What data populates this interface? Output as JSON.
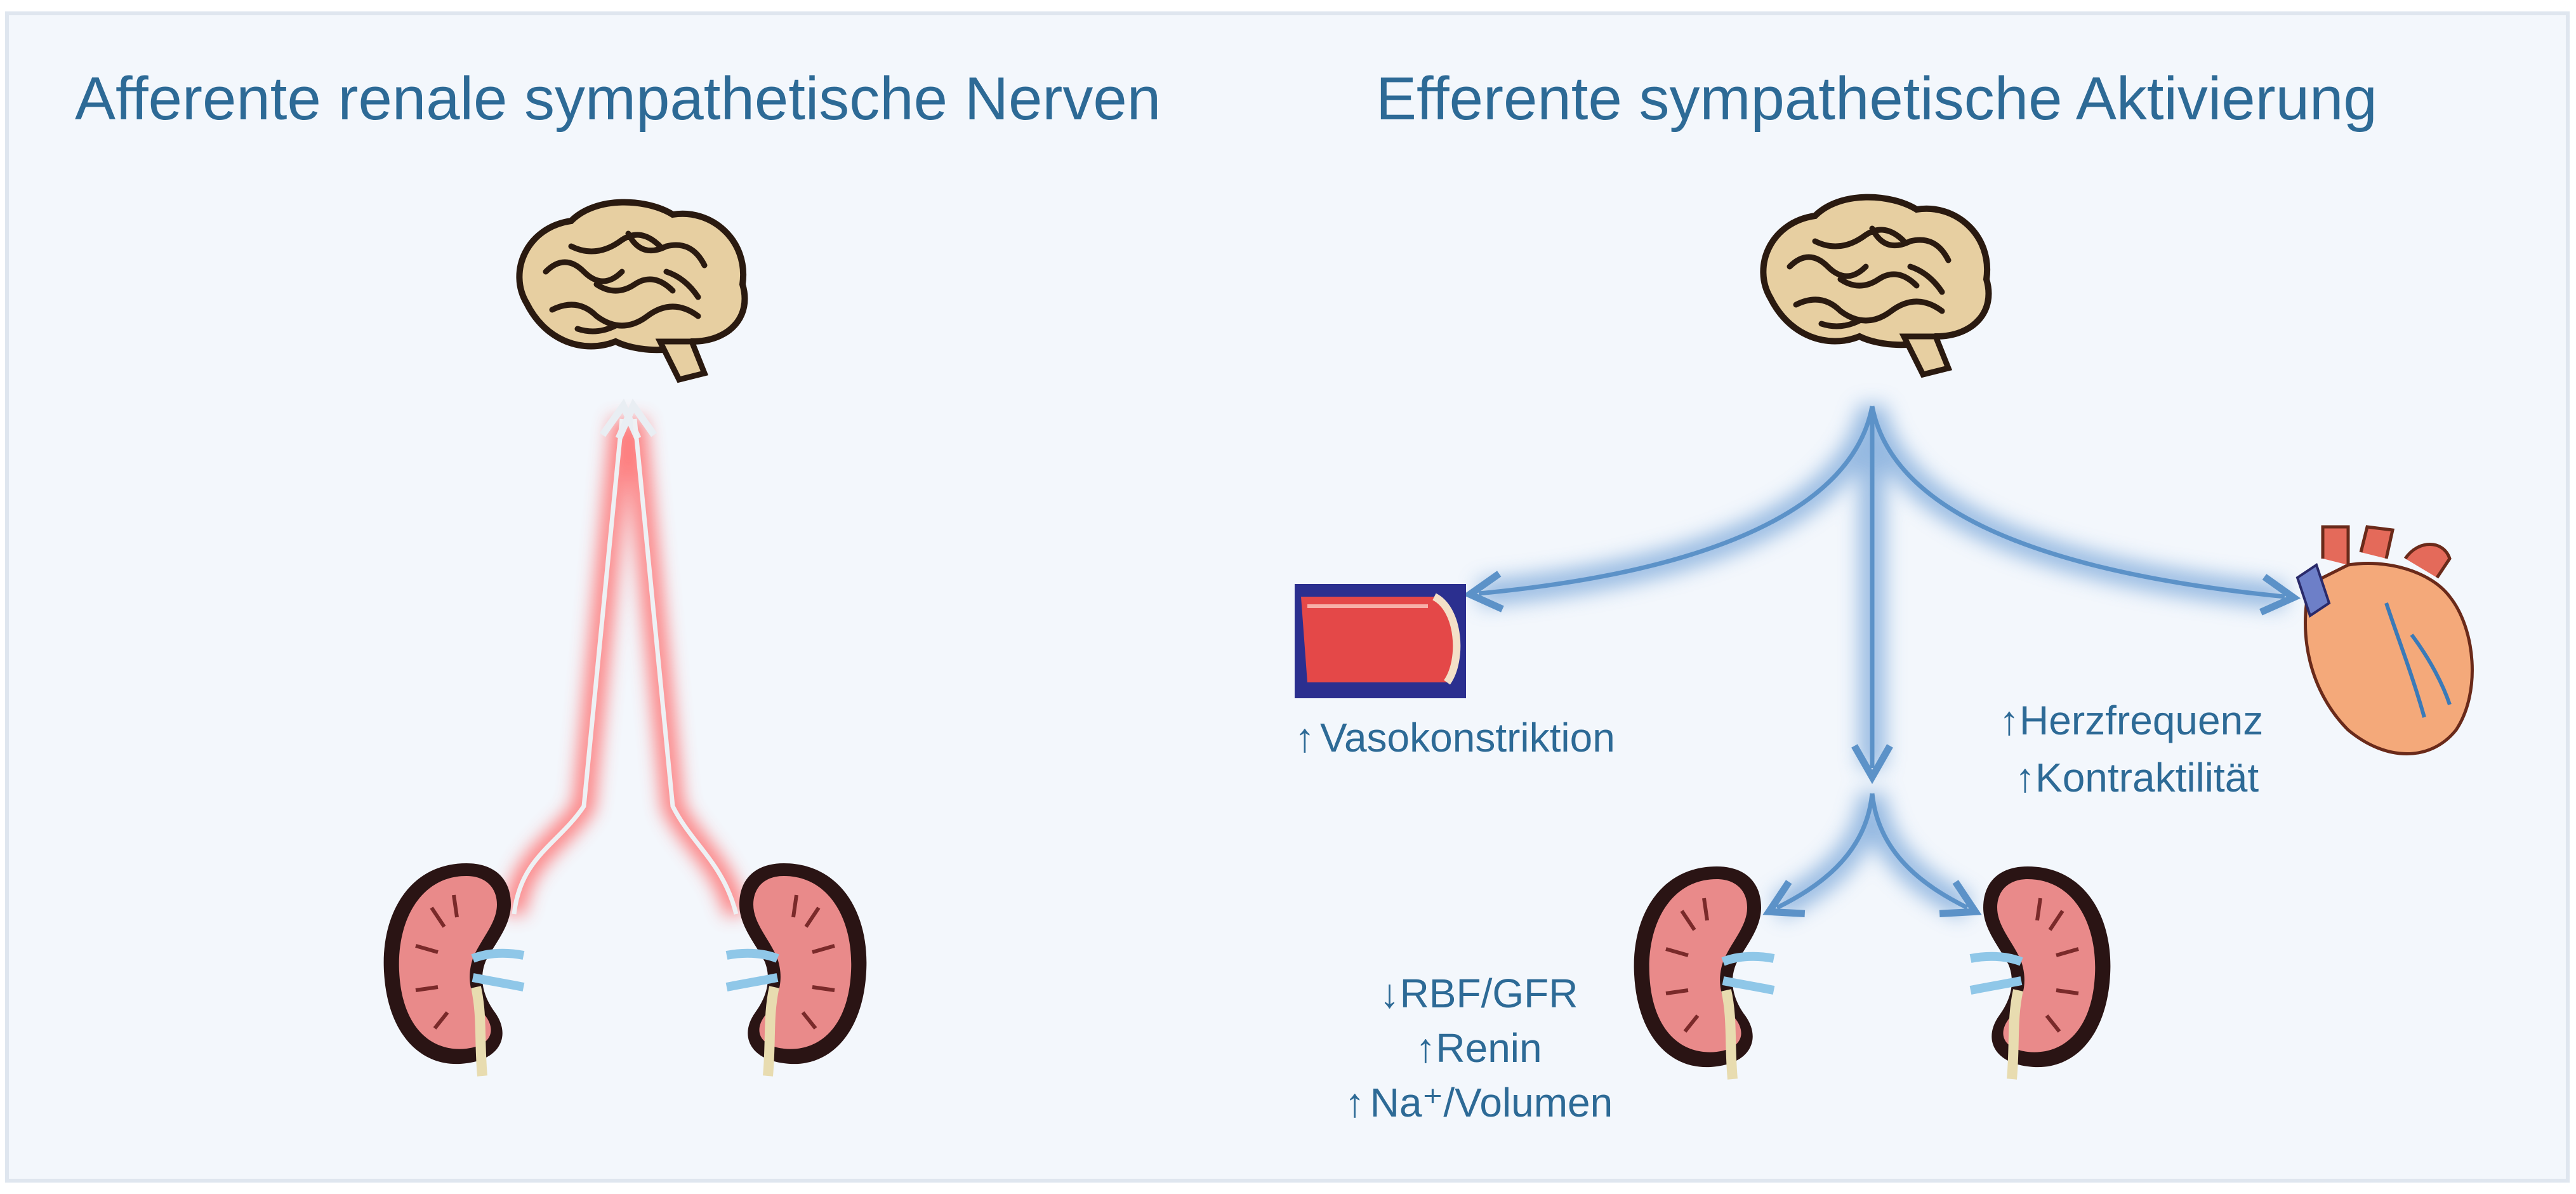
{
  "panels": {
    "left": {
      "title": "Afferente renale sympathetische Nerven"
    },
    "right": {
      "title": "Efferente sympathetische Aktivierung"
    }
  },
  "labels": {
    "vessel": {
      "arrow": "↑",
      "text": "Vasokonstriktion"
    },
    "heart": [
      {
        "arrow": "↑",
        "text": "Herzfrequenz"
      },
      {
        "arrow": "↑",
        "text": "Kontraktilität"
      }
    ],
    "kidney": [
      {
        "arrow": "↓",
        "text": "RBF/GFR"
      },
      {
        "arrow": "↑",
        "text": "Renin"
      },
      {
        "arrow": "↑",
        "text": "Na⁺/Volumen"
      }
    ]
  },
  "colors": {
    "text": "#2d6a96",
    "afferent_glow": "#ff6b6b",
    "efferent_glow": "#6d9fd6",
    "kidney": "#e98a8a",
    "brain": "#e7cfa1",
    "heart": "#f4a97a",
    "vessel": "#e44848"
  },
  "icons": [
    "brain-icon",
    "kidney-icon",
    "heart-icon",
    "blood-vessel-icon"
  ]
}
